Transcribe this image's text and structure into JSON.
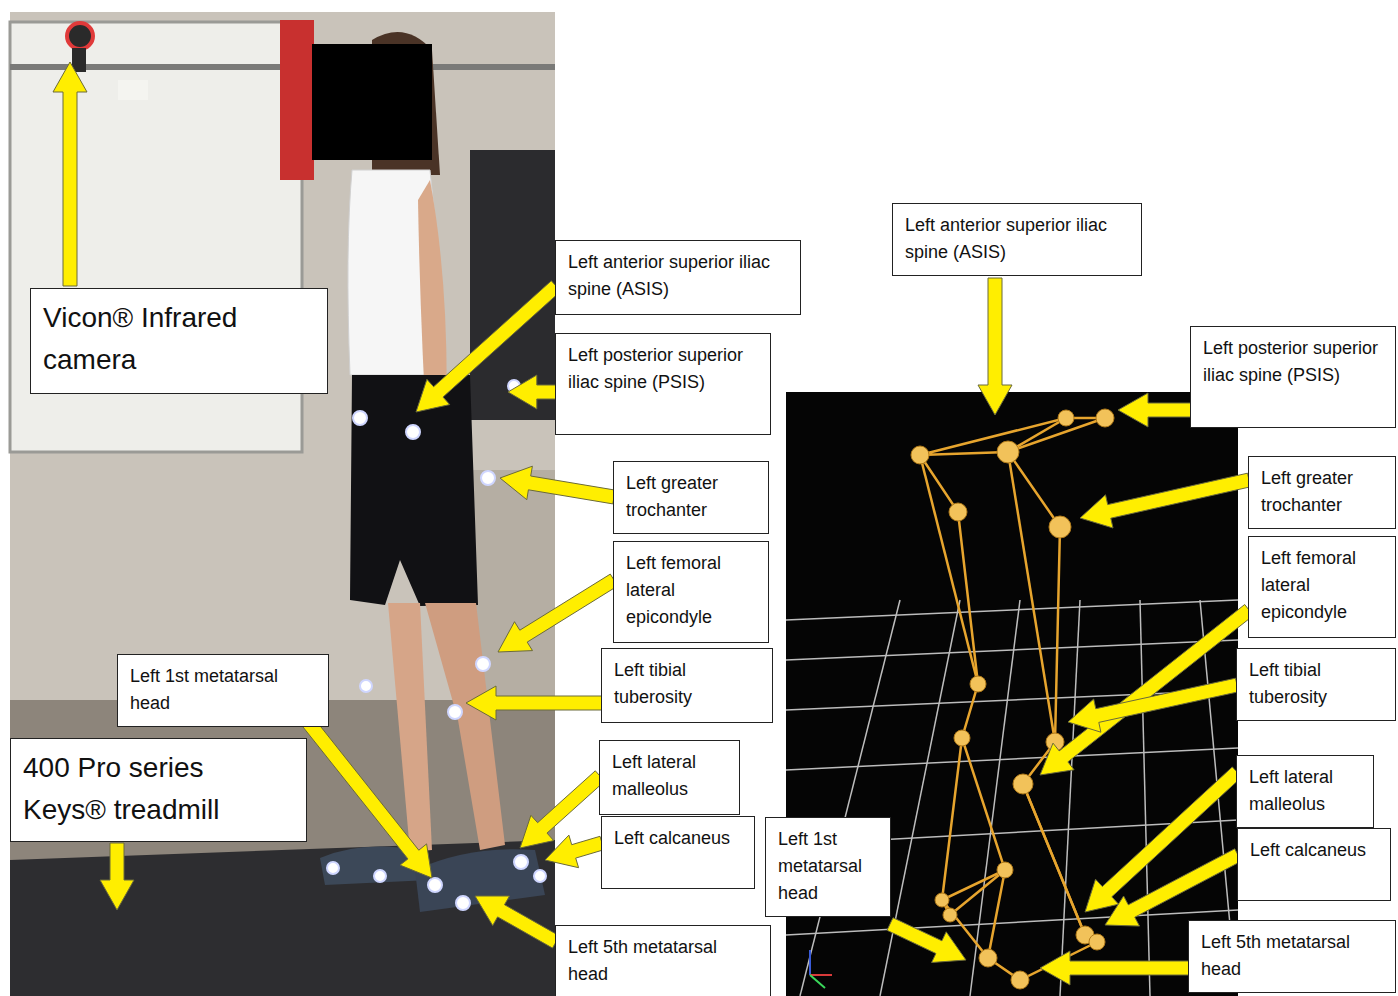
{
  "diagram": {
    "nodes": [
      {
        "text": [
          "Vicon® Infrared camera"
        ]
      },
      {
        "text": [
          "Left anterior superior iliac spine (ASIS)"
        ]
      },
      {
        "text": [
          "Left posterior superior iliac spine (PSIS)"
        ]
      },
      {
        "text": [
          "Left greater trochanter"
        ]
      },
      {
        "text": [
          "Left femoral lateral epicondyle"
        ]
      },
      {
        "text": [
          "Left 1st metatarsal head"
        ]
      },
      {
        "text": [
          "Left tibial tuberosity"
        ]
      },
      {
        "text": [
          "400 Pro series Keys® treadmill"
        ]
      },
      {
        "text": [
          "Left lateral malleolus"
        ]
      },
      {
        "text": [
          "Left calcaneus"
        ]
      },
      {
        "text": [
          "Left 5th metatarsal head"
        ]
      },
      {
        "text": [
          "Left anterior superior iliac spine (ASIS)"
        ]
      },
      {
        "text": [
          "Left posterior superior iliac spine (PSIS)"
        ]
      },
      {
        "text": [
          "Left greater trochanter"
        ]
      },
      {
        "text": [
          "Left femoral lateral epicondyle"
        ]
      },
      {
        "text": [
          "Left tibial tuberosity"
        ]
      },
      {
        "text": [
          "Left lateral malleolus"
        ]
      },
      {
        "text": [
          "Left calcaneus"
        ]
      },
      {
        "text": [
          "Left 1st metatarsal head"
        ]
      },
      {
        "text": [
          "Left 5th metatarsal head"
        ]
      }
    ]
  }
}
